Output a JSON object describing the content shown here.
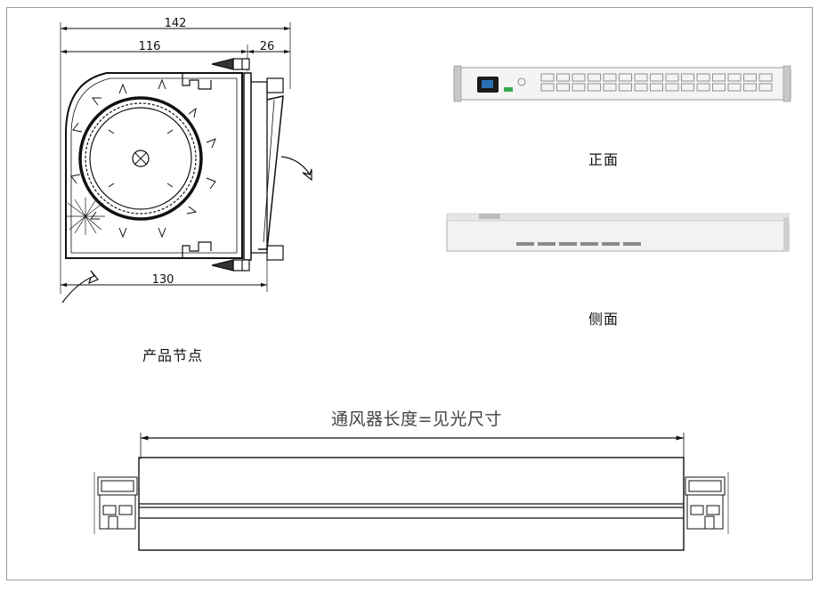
{
  "node": {
    "dim_total": "142",
    "dim_inner": "116",
    "dim_side": "26",
    "dim_bottom": "130",
    "caption": "产品节点"
  },
  "views": {
    "front_caption": "正面",
    "side_caption": "侧面"
  },
  "install": {
    "dimension_label": "通风器长度=见光尺寸"
  }
}
